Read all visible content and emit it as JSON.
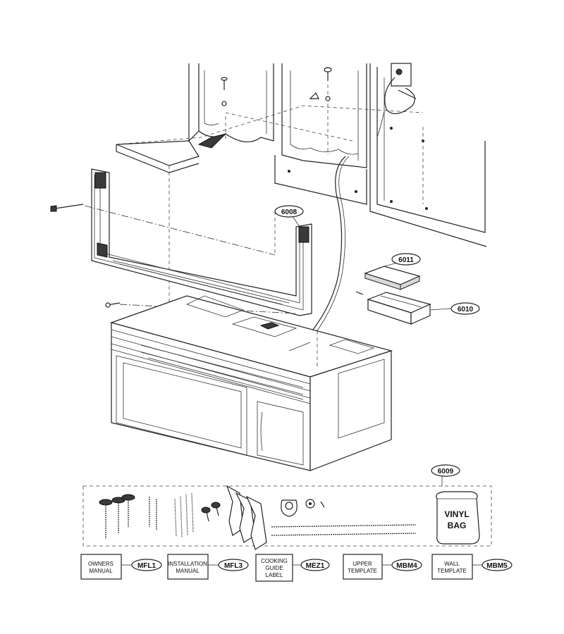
{
  "callouts": {
    "p6008": "6008",
    "p6011": "6011",
    "p6010": "6010",
    "p6009": "6009"
  },
  "kit": {
    "vinyl_bag_line1": "VINYL",
    "vinyl_bag_line2": "BAG"
  },
  "documents": [
    {
      "line1": "OWNERS",
      "line2": "MANUAL",
      "line3": "",
      "code": "MFL1"
    },
    {
      "line1": "INSTALLATION",
      "line2": "MANUAL",
      "line3": "",
      "code": "MFL3"
    },
    {
      "line1": "COOKING",
      "line2": "GUIDE",
      "line3": "LABEL",
      "code": "MEZ1"
    },
    {
      "line1": "UPPER",
      "line2": "TEMPLATE",
      "line3": "",
      "code": "MBM4"
    },
    {
      "line1": "WALL",
      "line2": "TEMPLATE",
      "line3": "",
      "code": "MBM5"
    }
  ]
}
